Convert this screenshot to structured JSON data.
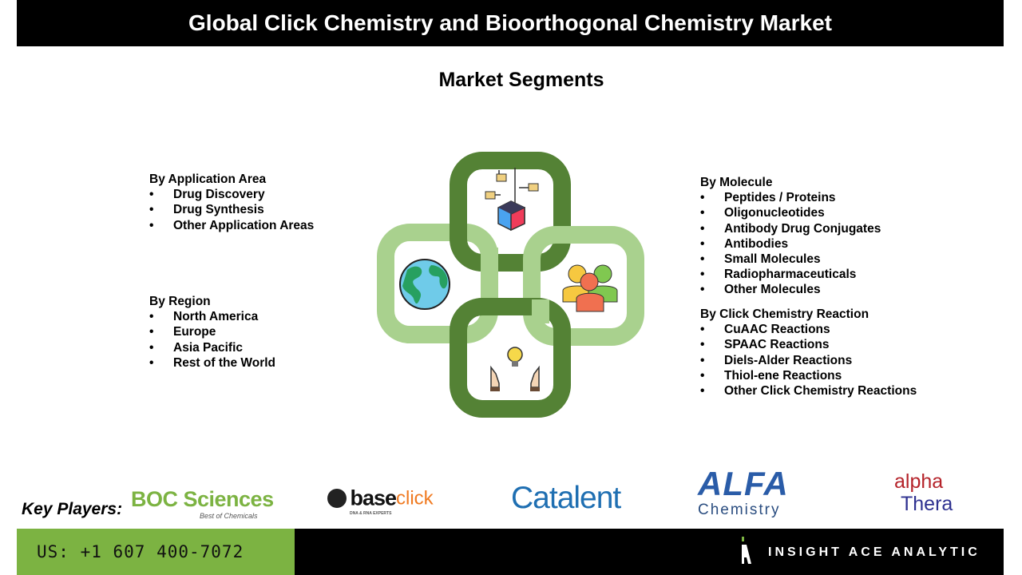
{
  "header": {
    "title": "Global Click Chemistry and Bioorthogonal Chemistry Market"
  },
  "subtitle": "Market Segments",
  "segments": {
    "application": {
      "heading": "By Application Area",
      "items": [
        "Drug Discovery",
        "Drug Synthesis",
        "Other Application Areas"
      ]
    },
    "region": {
      "heading": "By Region",
      "items": [
        "North America",
        "Europe",
        "Asia Pacific",
        "Rest of the World"
      ]
    },
    "molecule": {
      "heading": "By Molecule",
      "items": [
        "Peptides / Proteins",
        "Oligonucleotides",
        "Antibody Drug Conjugates",
        "Antibodies",
        "Small Molecules",
        "Radiopharmaceuticals",
        "Other Molecules"
      ]
    },
    "reaction": {
      "heading": "By Click Chemistry Reaction",
      "items": [
        "CuAAC Reactions",
        "SPAAC Reactions",
        "Diels-Alder Reactions",
        "Thiol-ene Reactions",
        "Other Click Chemistry Reactions"
      ]
    }
  },
  "key_players": {
    "label": "Key Players:",
    "logos": [
      {
        "name": "BOC Sciences",
        "tagline": "Best of Chemicals"
      },
      {
        "name_a": "base",
        "name_b": "click",
        "tagline": "DNA & RNA EXPERTS"
      },
      {
        "name": "Catalent"
      },
      {
        "name": "ALFA",
        "sub": "Chemistry"
      },
      {
        "line1": "alpha",
        "line2": "Thera"
      }
    ]
  },
  "footer": {
    "phone": "US: +1 607 400-7072",
    "brand": "INSIGHT ACE ANALYTIC"
  },
  "colors": {
    "dark_green": "#548235",
    "light_green": "#a9d18e",
    "footer_green": "#7cb342"
  }
}
